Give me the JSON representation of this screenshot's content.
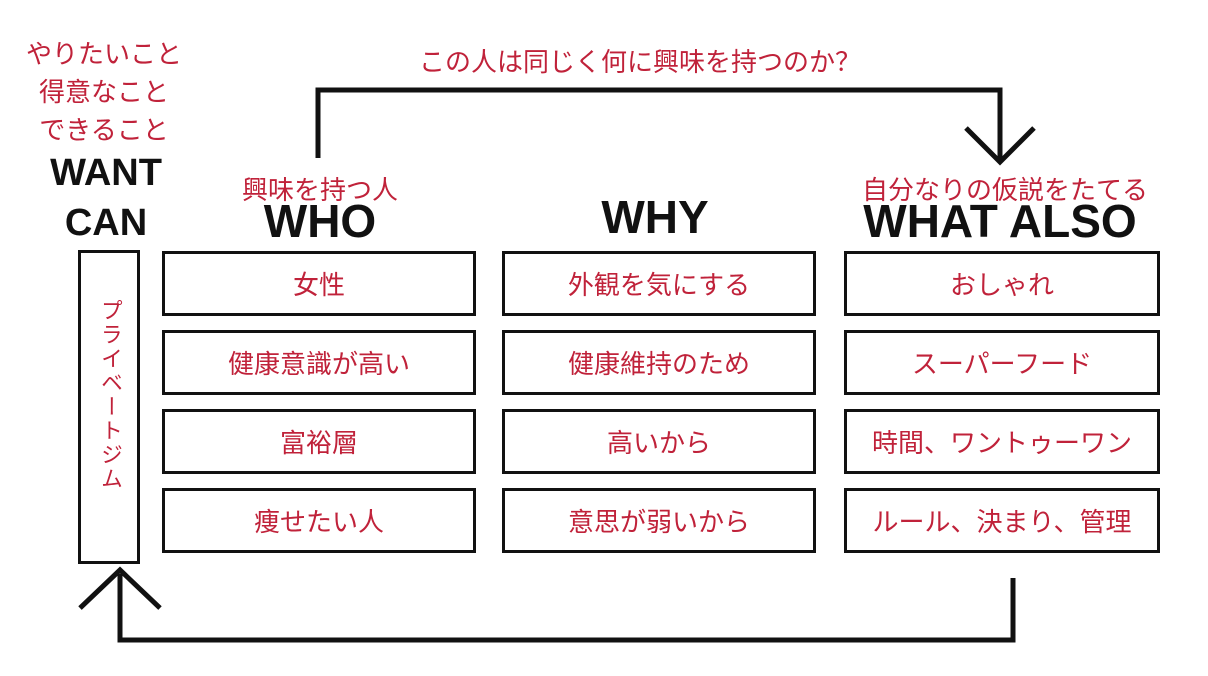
{
  "side_note": "やりたいこと\n得意なこと\nできること",
  "want_can": "WANT\nCAN",
  "top_question": "この人は同じく何に興味を持つのか？",
  "vertical_label": "プライベートジム",
  "columns": [
    {
      "sublabel": "興味を持つ人",
      "heading": "WHO",
      "items": [
        "女性",
        "健康意識が高い",
        "富裕層",
        "痩せたい人"
      ]
    },
    {
      "sublabel": "",
      "heading": "WHY",
      "items": [
        "外観を気にする",
        "健康維持のため",
        "高いから",
        "意思が弱いから"
      ]
    },
    {
      "sublabel": "自分なりの仮説をたてる",
      "heading": "WHAT ALSO",
      "items": [
        "おしゃれ",
        "スーパーフード",
        "時間、ワントゥーワン",
        "ルール、決まり、管理"
      ]
    }
  ],
  "colors": {
    "accent": "#c0223a",
    "line": "#111111"
  }
}
